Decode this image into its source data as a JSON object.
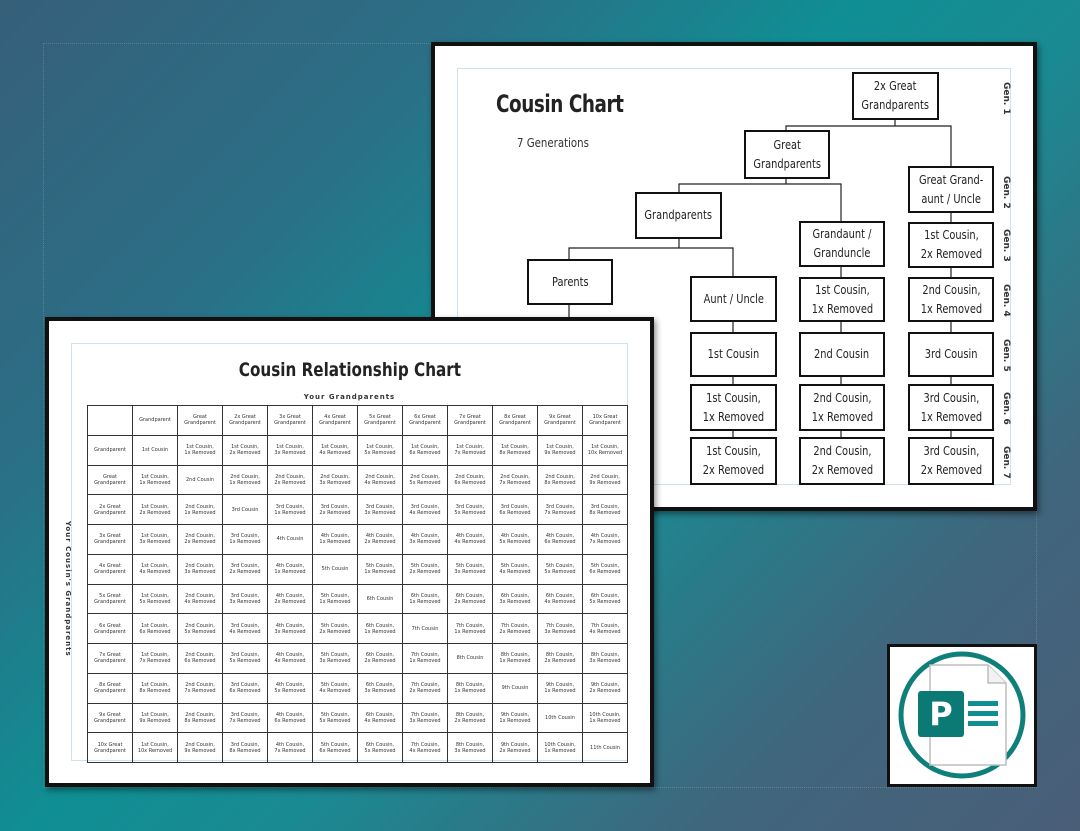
{
  "tree_chart": {
    "title": "Cousin Chart",
    "subtitle": "7 Generations",
    "nodes": {
      "great2_grandparents": "2x Great\nGrandparents",
      "great_grandparents": "Great\nGrandparents",
      "great_grand_aunt": "Great Grand-\naunt / Uncle",
      "grandparents": "Grandparents",
      "grandaunt": "Grandaunt /\nGranduncle",
      "cousin_1_2x": "1st Cousin,\n2x Removed",
      "parents": "Parents",
      "aunt_uncle": "Aunt / Uncle",
      "cousin_1_1x_a": "1st Cousin,\n1x Removed",
      "cousin_2_1x_a": "2nd Cousin,\n1x Removed",
      "cousin_1": "1st Cousin",
      "cousin_2": "2nd Cousin",
      "cousin_3": "3rd Cousin",
      "cousin_1_1x_b": "1st Cousin,\n1x Removed",
      "cousin_2_1x_b": "2nd Cousin,\n1x Removed",
      "cousin_3_1x": "3rd Cousin,\n1x Removed",
      "cousin_1_2x_b": "1st Cousin,\n2x Removed",
      "cousin_2_2x": "2nd Cousin,\n2x Removed",
      "cousin_3_2x": "3rd Cousin,\n2x Removed"
    },
    "generations": [
      "Gen. 1",
      "Gen. 2",
      "Gen. 3",
      "Gen. 4",
      "Gen. 5",
      "Gen. 6",
      "Gen. 7"
    ]
  },
  "relationship_chart": {
    "title": "Cousin Relationship Chart",
    "top_label": "Your Grandparents",
    "side_label": "Your Cousin's Grandparents",
    "column_headers": [
      "Grandparent",
      "Great\nGrandparent",
      "2x Great\nGrandparent",
      "3x Great\nGrandparent",
      "4x Great\nGrandparent",
      "5x Great\nGrandparent",
      "6x Great\nGrandparent",
      "7x Great\nGrandparent",
      "8x Great\nGrandparent",
      "9x Great\nGrandparent",
      "10x Great\nGrandparent"
    ],
    "rows": [
      {
        "header": "Grandparent",
        "cells": [
          "1st Cousin",
          "1st Cousin,\n1x Removed",
          "1st Cousin,\n2x Removed",
          "1st Cousin,\n3x Removed",
          "1st Cousin,\n4x Removed",
          "1st Cousin,\n5x Removed",
          "1st Cousin,\n6x Removed",
          "1st Cousin,\n7x Removed",
          "1st Cousin,\n8x Removed",
          "1st Cousin,\n9x Removed",
          "1st Cousin,\n10x Removed"
        ]
      },
      {
        "header": "Great\nGrandparent",
        "cells": [
          "1st Cousin,\n1x Removed",
          "2nd Cousin",
          "2nd Cousin,\n1x Removed",
          "2nd Cousin,\n2x Removed",
          "2nd Cousin,\n3x Removed",
          "2nd Cousin,\n4x Removed",
          "2nd Cousin,\n5x Removed",
          "2nd Cousin,\n6x Removed",
          "2nd Cousin,\n7x Removed",
          "2nd Cousin,\n8x Removed",
          "2nd Cousin,\n9x Removed"
        ]
      },
      {
        "header": "2x Great\nGrandparent",
        "cells": [
          "1st Cousin,\n2x Removed",
          "2nd Cousin,\n1x Removed",
          "3rd Cousin",
          "3rd Cousin,\n1x Removed",
          "3rd Cousin,\n2x Removed",
          "3rd Cousin,\n3x Removed",
          "3rd Cousin,\n4x Removed",
          "3rd Cousin,\n5x Removed",
          "3rd Cousin,\n6x Removed",
          "3rd Cousin,\n7x Removed",
          "3rd Cousin,\n8x Removed"
        ]
      },
      {
        "header": "3x Great\nGrandparent",
        "cells": [
          "1st Cousin,\n3x Removed",
          "2nd Cousin,\n2x Removed",
          "3rd Cousin,\n1x Removed",
          "4th Cousin",
          "4th Cousin,\n1x Removed",
          "4th Cousin,\n2x Removed",
          "4th Cousin,\n3x Removed",
          "4th Cousin,\n4x Removed",
          "4th Cousin,\n5x Removed",
          "4th Cousin,\n6x Removed",
          "4th Cousin,\n7x Removed"
        ]
      },
      {
        "header": "4x Great\nGrandparent",
        "cells": [
          "1st Cousin,\n4x Removed",
          "2nd Cousin,\n3x Removed",
          "3rd Cousin,\n2x Removed",
          "4th Cousin,\n1x Removed",
          "5th Cousin",
          "5th Cousin,\n1x Removed",
          "5th Cousin,\n2x Removed",
          "5th Cousin,\n3x Removed",
          "5th Cousin,\n4x Removed",
          "5th Cousin,\n5x Removed",
          "5th Cousin,\n6x Removed"
        ]
      },
      {
        "header": "5x Great\nGrandparent",
        "cells": [
          "1st Cousin,\n5x Removed",
          "2nd Cousin,\n4x Removed",
          "3rd Cousin,\n3x Removed",
          "4th Cousin,\n2x Removed",
          "5th Cousin,\n1x Removed",
          "6th Cousin",
          "6th Cousin,\n1x Removed",
          "6th Cousin,\n2x Removed",
          "6th Cousin,\n3x Removed",
          "6th Cousin,\n4x Removed",
          "6th Cousin,\n5x Removed"
        ]
      },
      {
        "header": "6x Great\nGrandparent",
        "cells": [
          "1st Cousin,\n6x Removed",
          "2nd Cousin,\n5x Removed",
          "3rd Cousin,\n4x Removed",
          "4th Cousin,\n3x Removed",
          "5th Cousin,\n2x Removed",
          "6th Cousin,\n1x Removed",
          "7th Cousin",
          "7th Cousin,\n1x Removed",
          "7th Cousin,\n2x Removed",
          "7th Cousin,\n3x Removed",
          "7th Cousin,\n4x Removed"
        ]
      },
      {
        "header": "7x Great\nGrandparent",
        "cells": [
          "1st Cousin,\n7x Removed",
          "2nd Cousin,\n6x Removed",
          "3rd Cousin,\n5x Removed",
          "4th Cousin,\n4x Removed",
          "5th Cousin,\n3x Removed",
          "6th Cousin,\n2x Removed",
          "7th Cousin,\n1x Removed",
          "8th Cousin",
          "8th Cousin,\n1x Removed",
          "8th Cousin,\n2x Removed",
          "8th Cousin,\n3x Removed"
        ]
      },
      {
        "header": "8x Great\nGrandparent",
        "cells": [
          "1st Cousin,\n8x Removed",
          "2nd Cousin,\n7x Removed",
          "3rd Cousin,\n6x Removed",
          "4th Cousin,\n5x Removed",
          "5th Cousin,\n4x Removed",
          "6th Cousin,\n3x Removed",
          "7th Cousin,\n2x Removed",
          "8th Cousin,\n1x Removed",
          "9th Cousin",
          "9th Cousin,\n1x Removed",
          "9th Cousin,\n2x Removed"
        ]
      },
      {
        "header": "9x Great\nGrandparent",
        "cells": [
          "1st Cousin,\n9x Removed",
          "2nd Cousin,\n8x Removed",
          "3rd Cousin,\n7x Removed",
          "4th Cousin,\n6x Removed",
          "5th Cousin,\n5x Removed",
          "6th Cousin,\n4x Removed",
          "7th Cousin,\n3x Removed",
          "8th Cousin,\n2x Removed",
          "9th Cousin,\n1x Removed",
          "10th Cousin",
          "10th Cousin,\n1x Removed"
        ]
      },
      {
        "header": "10x Great\nGrandparent",
        "cells": [
          "1st Cousin,\n10x Removed",
          "2nd Cousin,\n9x Removed",
          "3rd Cousin,\n8x Removed",
          "4th Cousin,\n7x Removed",
          "5th Cousin,\n6x Removed",
          "6th Cousin,\n5x Removed",
          "7th Cousin,\n4x Removed",
          "8th Cousin,\n3x Removed",
          "9th Cousin,\n2x Removed",
          "10th Cousin,\n1x Removed",
          "11th Cousin"
        ]
      }
    ]
  },
  "icon": {
    "name": "publisher-icon",
    "letter": "P",
    "ring_color": "#0f7f7a",
    "tile_color": "#0b7a74"
  }
}
